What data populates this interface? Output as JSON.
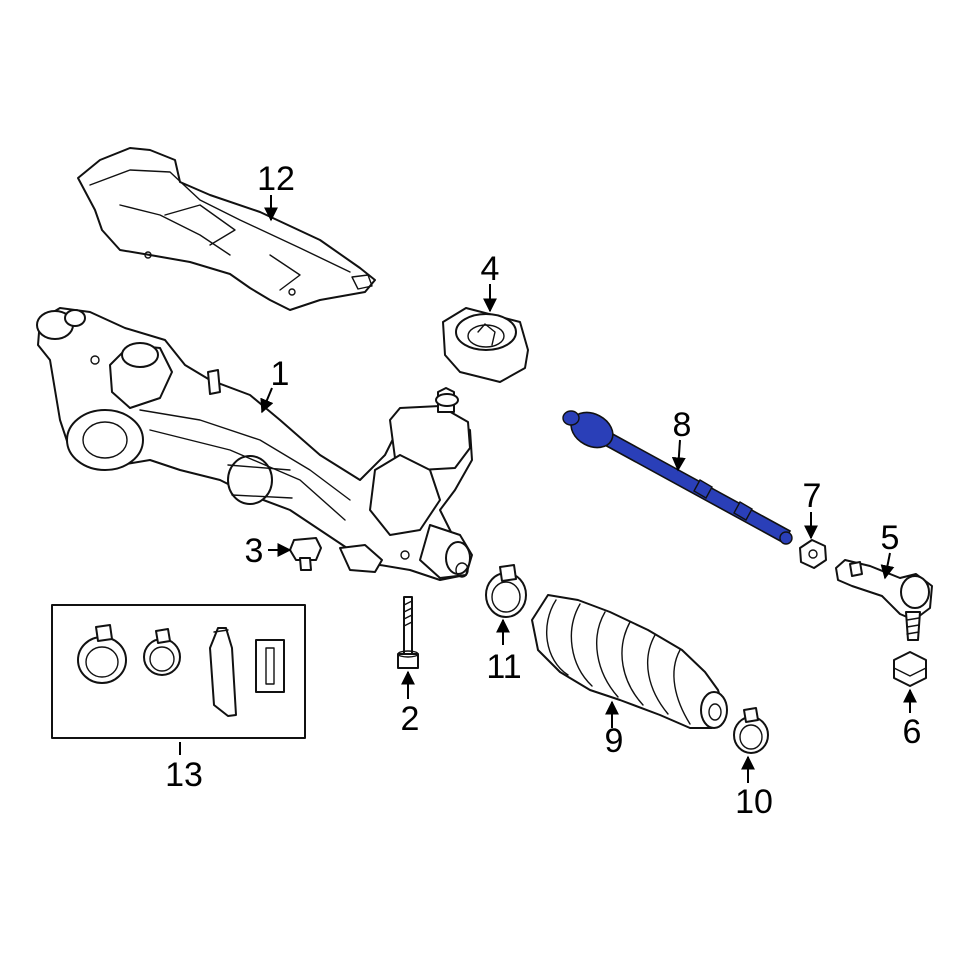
{
  "callouts": {
    "p1": "1",
    "p2": "2",
    "p3": "3",
    "p4": "4",
    "p5": "5",
    "p6": "6",
    "p7": "7",
    "p8": "8",
    "p9": "9",
    "p10": "10",
    "p11": "11",
    "p12": "12",
    "p13": "13"
  },
  "colors": {
    "highlight": "#2a3fb8",
    "line": "#111111",
    "background": "#ffffff"
  }
}
